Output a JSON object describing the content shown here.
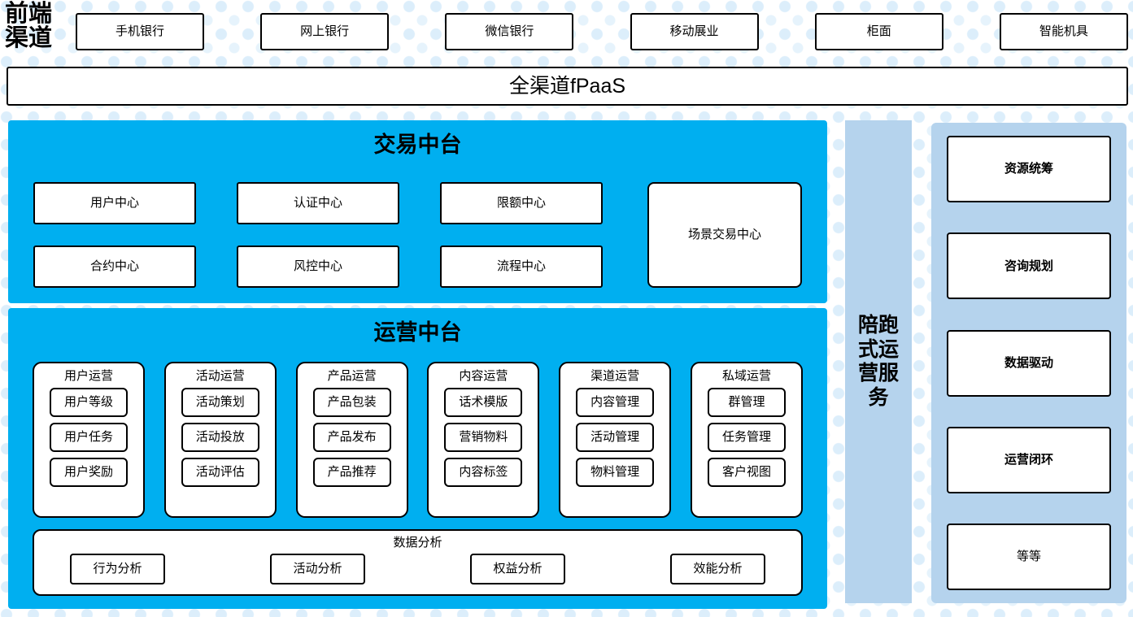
{
  "frontend": {
    "label": "前端\n渠道",
    "channels": [
      "手机银行",
      "网上银行",
      "微信银行",
      "移动展业",
      "柜面",
      "智能机具"
    ]
  },
  "fpaas": {
    "label": "全渠道fPaaS"
  },
  "trade_platform": {
    "title": "交易中台",
    "centers": [
      "用户中心",
      "认证中心",
      "限额中心",
      "合约中心",
      "风控中心",
      "流程中心"
    ],
    "scene_center": "场景交易中心"
  },
  "ops_platform": {
    "title": "运营中台",
    "columns": [
      {
        "title": "用户运营",
        "items": [
          "用户等级",
          "用户任务",
          "用户奖励"
        ]
      },
      {
        "title": "活动运营",
        "items": [
          "活动策划",
          "活动投放",
          "活动评估"
        ]
      },
      {
        "title": "产品运营",
        "items": [
          "产品包装",
          "产品发布",
          "产品推荐"
        ]
      },
      {
        "title": "内容运营",
        "items": [
          "话术模版",
          "营销物料",
          "内容标签"
        ]
      },
      {
        "title": "渠道运营",
        "items": [
          "内容管理",
          "活动管理",
          "物料管理"
        ]
      },
      {
        "title": "私域运营",
        "items": [
          "群管理",
          "任务管理",
          "客户视图"
        ]
      }
    ],
    "data_analysis": {
      "title": "数据分析",
      "items": [
        "行为分析",
        "活动分析",
        "权益分析",
        "效能分析"
      ]
    }
  },
  "accompany_service": {
    "label": "陪跑式运营服务"
  },
  "service_column": {
    "cards": [
      {
        "label": "资源统筹",
        "bold": true
      },
      {
        "label": "咨询规划",
        "bold": true
      },
      {
        "label": "数据驱动",
        "bold": true
      },
      {
        "label": "运营闭环",
        "bold": true
      },
      {
        "label": "等等",
        "bold": false
      }
    ]
  },
  "colors": {
    "platform_cyan": "#00AFF0",
    "service_light_blue": "#B5D3ED",
    "box_border": "#000000",
    "box_fill": "#FFFFFF",
    "dot_pattern": "#DCEEFB"
  }
}
